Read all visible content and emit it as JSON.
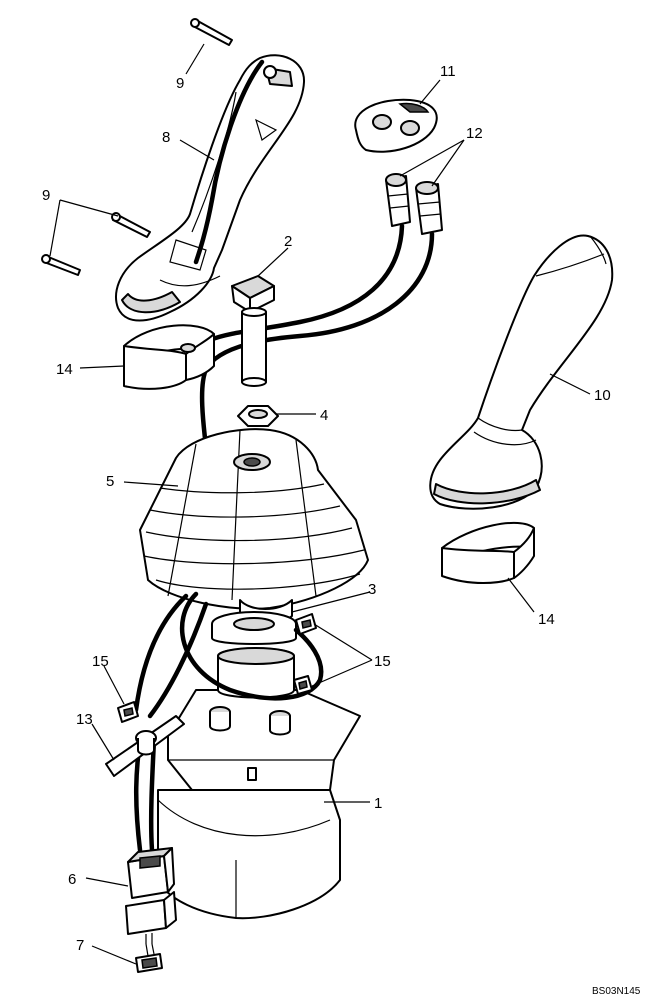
{
  "diagram": {
    "callouts": [
      {
        "id": "c1",
        "text": "1"
      },
      {
        "id": "c2",
        "text": "2"
      },
      {
        "id": "c3",
        "text": "3"
      },
      {
        "id": "c4",
        "text": "4"
      },
      {
        "id": "c5",
        "text": "5"
      },
      {
        "id": "c6",
        "text": "6"
      },
      {
        "id": "c7",
        "text": "7"
      },
      {
        "id": "c8",
        "text": "8"
      },
      {
        "id": "c9a",
        "text": "9"
      },
      {
        "id": "c9b",
        "text": "9"
      },
      {
        "id": "c10",
        "text": "10"
      },
      {
        "id": "c11",
        "text": "11"
      },
      {
        "id": "c12",
        "text": "12"
      },
      {
        "id": "c13",
        "text": "13"
      },
      {
        "id": "c14a",
        "text": "14"
      },
      {
        "id": "c14b",
        "text": "14"
      },
      {
        "id": "c15a",
        "text": "15"
      },
      {
        "id": "c15b",
        "text": "15"
      }
    ],
    "reference": "BS03N145"
  }
}
